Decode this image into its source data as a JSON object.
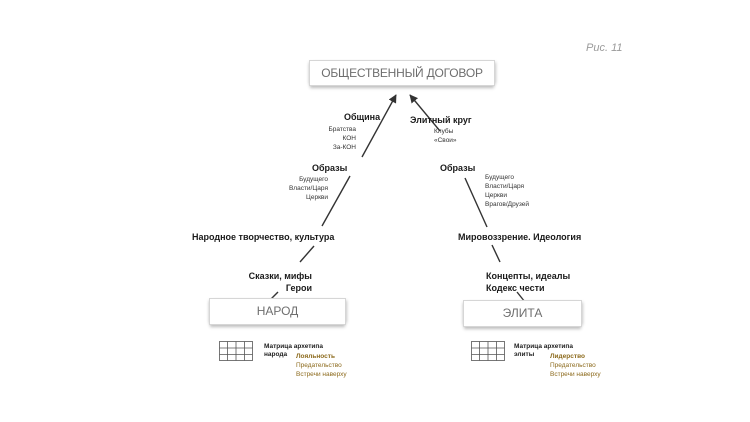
{
  "figure_label": "Рис. 11",
  "top_box": {
    "label": "ОБЩЕСТВЕННЫЙ ДОГОВОР"
  },
  "left_branch": {
    "base": "НАРОД",
    "level1": {
      "lines": [
        "Сказки, мифы",
        "Герои"
      ]
    },
    "level2": {
      "title": "Народное творчество, культура"
    },
    "level3": {
      "title": "Образы",
      "items": [
        "Будущего",
        "Власти/Царя",
        "Церкви"
      ]
    },
    "level4": {
      "title": "Община",
      "items": [
        "Братства",
        "КОН",
        "За-КОН"
      ]
    },
    "legend": {
      "matrix_lines": [
        "Матрица архетипа",
        "народа"
      ],
      "items": [
        "Лояльность",
        "Предательство",
        "Встречи наверху"
      ]
    }
  },
  "right_branch": {
    "base": "ЭЛИТА",
    "level1": {
      "lines": [
        "Концепты, идеалы",
        "Кодекс чести"
      ]
    },
    "level2": {
      "title": "Мировоззрение. Идеология"
    },
    "level3": {
      "title": "Образы",
      "items": [
        "Будущего",
        "Власти/Царя",
        "Церкви",
        "Врагов/Друзей"
      ]
    },
    "level4": {
      "title": "Элитный круг",
      "items": [
        "Клубы",
        "«Свои»"
      ]
    },
    "legend": {
      "matrix_lines": [
        "Матрица архетипа",
        "элиты"
      ],
      "items": [
        "Лидерство",
        "Предательство",
        "Встречи наверху"
      ]
    }
  },
  "colors": {
    "line": "#333333",
    "box_text": "#6e6e6e",
    "legend_accent": "#8c6a1c",
    "figure_label": "#9a9a9a"
  }
}
